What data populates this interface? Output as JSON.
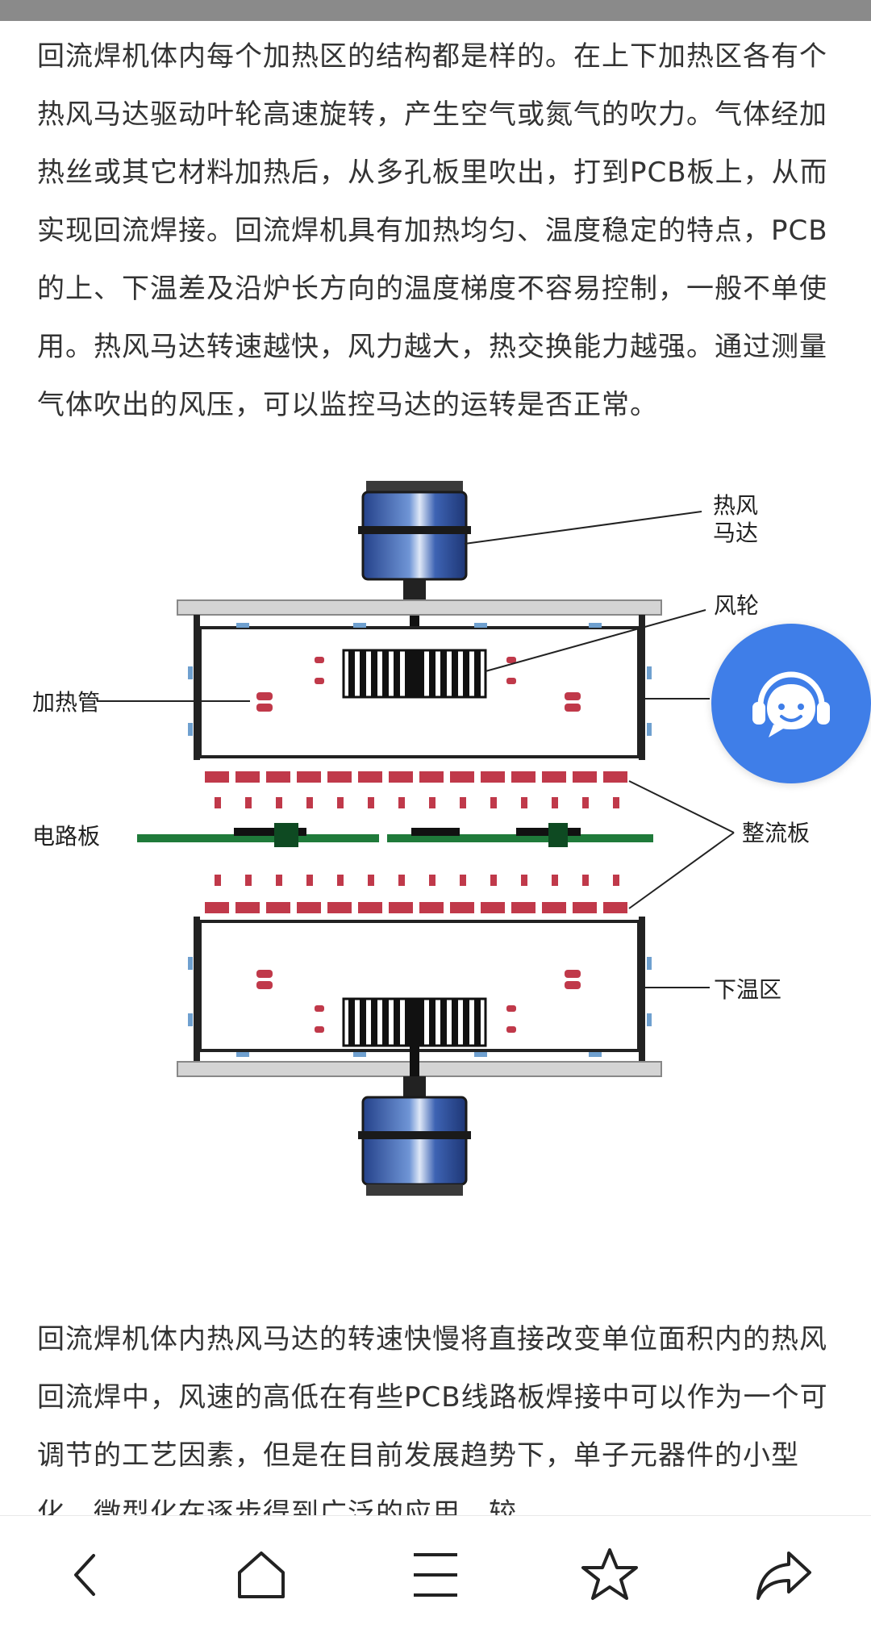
{
  "article": {
    "paragraph1": "回流焊机体内每个加热区的结构都是样的。在上下加热区各有个热风马达驱动叶轮高速旋转，产生空气或氮气的吹力。气体经加热丝或其它材料加热后，从多孔板里吹出，打到PCB板上，从而实现回流焊接。回流焊机具有加热均匀、温度稳定的特点，PCB的上、下温差及沿炉长方向的温度梯度不容易控制，一般不单使用。热风马达转速越快，风力越大，热交换能力越强。通过测量气体吹出的风压，可以监控马达的运转是否正常。",
    "paragraph2": "回流焊机体内热风马达的转速快慢将直接改变单位面积内的热风回流焊中，风速的高低在有些PCB线路板焊接中可以作为一个可调节的工艺因素，但是在目前发展趋势下，单子元器件的小型化、微型化在逐步得到广泛的应用，较"
  },
  "diagram": {
    "label_motor": [
      "热风",
      "马达"
    ],
    "label_impeller": "风轮",
    "label_heater": "加热管",
    "label_board": "电路板",
    "label_baffle": "整流板",
    "label_lower_zone": "下温区"
  },
  "icons": {
    "service": "customer-service-icon",
    "back": "back-icon",
    "home": "home-icon",
    "menu": "menu-icon",
    "favorite": "star-icon",
    "share": "share-icon"
  },
  "colors": {
    "accent": "#3f7ee8",
    "motor_blue": "#2f4f9e",
    "baffle_red": "#c0394a",
    "board_green": "#1f7a3a"
  }
}
